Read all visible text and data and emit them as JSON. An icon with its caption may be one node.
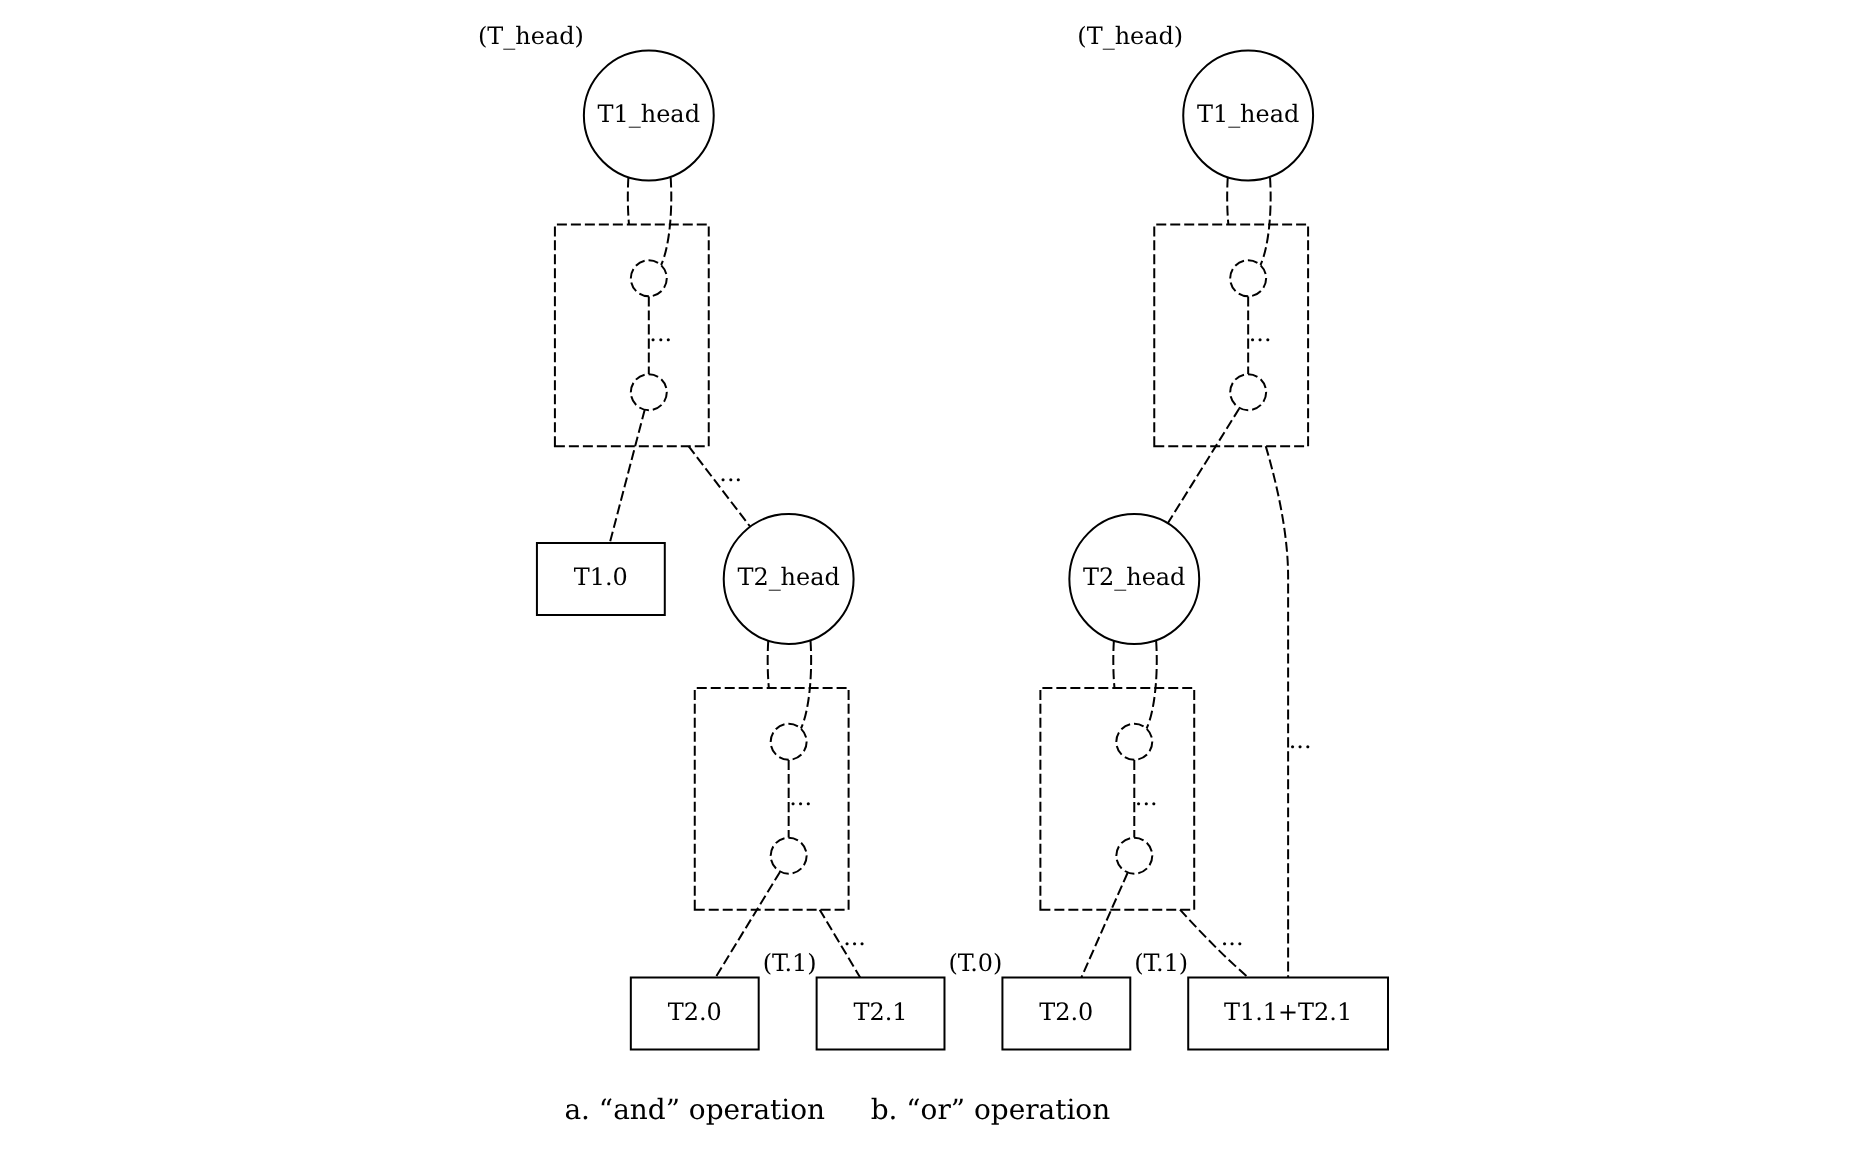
{
  "diagram": {
    "nodes": [
      {
        "text": [
          "T1_head"
        ],
        "beside": [
          "(T_head)"
        ]
      },
      {
        "text": [],
        "shape": "box"
      },
      {
        "text": [],
        "shape": "circle",
        "in": 1
      },
      {
        "text": [],
        "shape": "circle",
        "in": 1
      },
      {
        "text": [
          "T1.0"
        ]
      },
      {
        "text": [
          "T2_head"
        ]
      },
      {
        "text": [],
        "shape": "box"
      },
      {
        "text": [],
        "shape": "circle",
        "in": 6
      },
      {
        "text": [],
        "shape": "circle",
        "in": 6
      },
      {
        "text": [
          "T2.0"
        ]
      },
      {
        "text": [
          "T2.1"
        ],
        "beside": [
          "(T.1)"
        ]
      },
      {
        "text": [
          "T1_head"
        ],
        "beside": [
          "(T_head)"
        ]
      },
      {
        "text": [],
        "shape": "box"
      },
      {
        "text": [],
        "shape": "circle",
        "in": 12
      },
      {
        "text": [],
        "shape": "circle",
        "in": 12
      },
      {
        "text": [
          "T2_head"
        ]
      },
      {
        "text": [],
        "shape": "box"
      },
      {
        "text": [],
        "shape": "circle",
        "in": 16
      },
      {
        "text": [],
        "shape": "circle",
        "in": 16
      },
      {
        "text": [
          "T2.0"
        ],
        "beside": [
          "(T.0)"
        ]
      },
      {
        "text": [
          "T1.1+T2.1"
        ],
        "beside": [
          "(T.1)"
        ]
      }
    ],
    "edges": [
      {
        "from": 0,
        "to": 1,
        "arrow": "none",
        "style": "dashed"
      },
      {
        "from": 0,
        "to": 2,
        "arrow": "none",
        "style": "dashed"
      },
      {
        "from": 2,
        "to": 3,
        "arrow": "none",
        "style": "dashed",
        "label": "..."
      },
      {
        "from": 3,
        "to": 4,
        "arrow": "none",
        "style": "dashed"
      },
      {
        "from": 1,
        "to": 5,
        "arrow": "none",
        "style": "dashed",
        "label": "..."
      },
      {
        "from": 5,
        "to": 6,
        "arrow": "none",
        "style": "dashed"
      },
      {
        "from": 5,
        "to": 7,
        "arrow": "none",
        "style": "dashed"
      },
      {
        "from": 7,
        "to": 8,
        "arrow": "none",
        "style": "dashed",
        "label": "..."
      },
      {
        "from": 8,
        "to": 9,
        "arrow": "none",
        "style": "dashed"
      },
      {
        "from": 6,
        "to": 10,
        "arrow": "none",
        "style": "dashed",
        "label": "..."
      },
      {
        "from": 11,
        "to": 12,
        "arrow": "none",
        "style": "dashed"
      },
      {
        "from": 11,
        "to": 13,
        "arrow": "none",
        "style": "dashed"
      },
      {
        "from": 13,
        "to": 14,
        "arrow": "none",
        "style": "dashed",
        "label": "..."
      },
      {
        "from": 14,
        "to": 15,
        "arrow": "none",
        "style": "dashed"
      },
      {
        "from": 15,
        "to": 16,
        "arrow": "none",
        "style": "dashed"
      },
      {
        "from": 15,
        "to": 17,
        "arrow": "none",
        "style": "dashed"
      },
      {
        "from": 17,
        "to": 18,
        "arrow": "none",
        "style": "dashed",
        "label": "..."
      },
      {
        "from": 18,
        "to": 19,
        "arrow": "none",
        "style": "dashed"
      },
      {
        "from": 12,
        "to": 20,
        "arrow": "none",
        "style": "dashed",
        "label": "..."
      },
      {
        "from": 16,
        "to": 20,
        "arrow": "none",
        "style": "dashed",
        "label": "..."
      }
    ],
    "labels": [
      "a. “and” operation",
      "b. “or” operation"
    ]
  }
}
